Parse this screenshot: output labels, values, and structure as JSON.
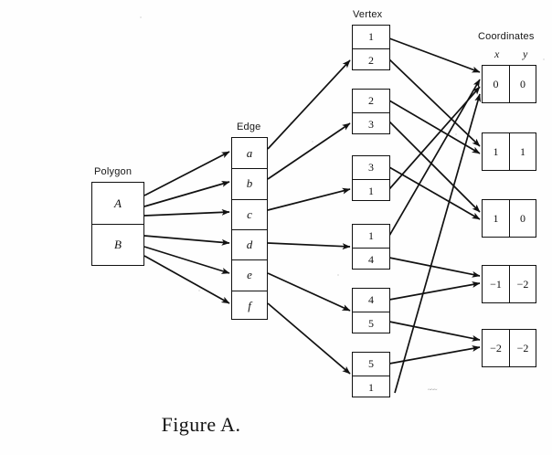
{
  "figure": {
    "caption": "Figure A.",
    "stray_mark": "~~~"
  },
  "columns": {
    "polygon": {
      "title": "Polygon",
      "cells": [
        {
          "label": "A"
        },
        {
          "label": "B"
        }
      ]
    },
    "edge": {
      "title": "Edge",
      "cells": [
        {
          "label": "a"
        },
        {
          "label": "b"
        },
        {
          "label": "c"
        },
        {
          "label": "d"
        },
        {
          "label": "e"
        },
        {
          "label": "f"
        }
      ]
    },
    "vertex": {
      "title": "Vertex",
      "records": [
        {
          "from": "1",
          "to": "2"
        },
        {
          "from": "2",
          "to": "3"
        },
        {
          "from": "3",
          "to": "1"
        },
        {
          "from": "1",
          "to": "4"
        },
        {
          "from": "4",
          "to": "5"
        },
        {
          "from": "5",
          "to": "1"
        }
      ]
    },
    "coordinates": {
      "title": "Coordinates",
      "header_x": "x",
      "header_y": "y",
      "records": [
        {
          "x": "0",
          "y": "0"
        },
        {
          "x": "1",
          "y": "1"
        },
        {
          "x": "1",
          "y": "0"
        },
        {
          "x": "−1",
          "y": "−2"
        },
        {
          "x": "−2",
          "y": "−2"
        }
      ]
    }
  },
  "links": {
    "polygon_to_edge": [
      {
        "from": "A",
        "to": "a"
      },
      {
        "from": "A",
        "to": "b"
      },
      {
        "from": "A",
        "to": "c"
      },
      {
        "from": "B",
        "to": "d"
      },
      {
        "from": "B",
        "to": "e"
      },
      {
        "from": "B",
        "to": "f"
      }
    ],
    "edge_to_vertex": [
      {
        "from": "a",
        "to": "1-2"
      },
      {
        "from": "b",
        "to": "2-3"
      },
      {
        "from": "c",
        "to": "3-1"
      },
      {
        "from": "d",
        "to": "1-4"
      },
      {
        "from": "e",
        "to": "4-5"
      },
      {
        "from": "f",
        "to": "5-1"
      }
    ],
    "vertex_to_coordinates": [
      {
        "from": "1",
        "to": "0,0"
      },
      {
        "from": "2",
        "to": "1,1"
      },
      {
        "from": "2",
        "to": "1,1"
      },
      {
        "from": "3",
        "to": "1,0"
      },
      {
        "from": "3",
        "to": "1,0"
      },
      {
        "from": "1",
        "to": "0,0"
      },
      {
        "from": "1",
        "to": "0,0"
      },
      {
        "from": "4",
        "to": "−1,−2"
      },
      {
        "from": "4",
        "to": "−1,−2"
      },
      {
        "from": "5",
        "to": "−2,−2"
      },
      {
        "from": "5",
        "to": "−2,−2"
      },
      {
        "from": "1",
        "to": "0,0"
      }
    ]
  }
}
